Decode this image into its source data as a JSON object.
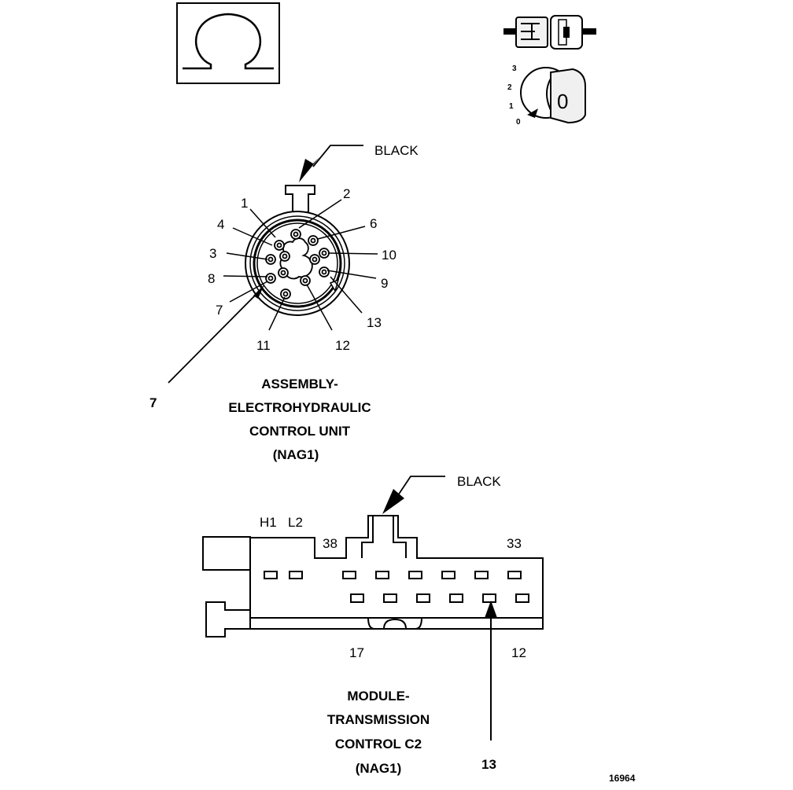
{
  "symbol": {
    "glyph": "Ω",
    "icon": "ohmmeter-symbol-icon"
  },
  "key_switch": {
    "icon": "ignition-key-icon",
    "positions": [
      "3",
      "2",
      "1",
      "0"
    ],
    "key_label": "0"
  },
  "ehcu": {
    "color_label": "BLACK",
    "pins": [
      "1",
      "2",
      "4",
      "6",
      "3",
      "10",
      "8",
      "9",
      "7",
      "13",
      "11",
      "12"
    ],
    "callout": "7",
    "title_lines": [
      "ASSEMBLY-",
      "ELECTROHYDRAULIC",
      "CONTROL UNIT",
      "(NAG1)"
    ]
  },
  "tcm": {
    "color_label": "BLACK",
    "top_labels": [
      "H1",
      "L2",
      "38",
      "33"
    ],
    "bottom_labels": [
      "17",
      "12"
    ],
    "callout": "13",
    "title_lines": [
      "MODULE-",
      "TRANSMISSION",
      "CONTROL C2",
      "(NAG1)"
    ]
  },
  "figure_number": "16964"
}
